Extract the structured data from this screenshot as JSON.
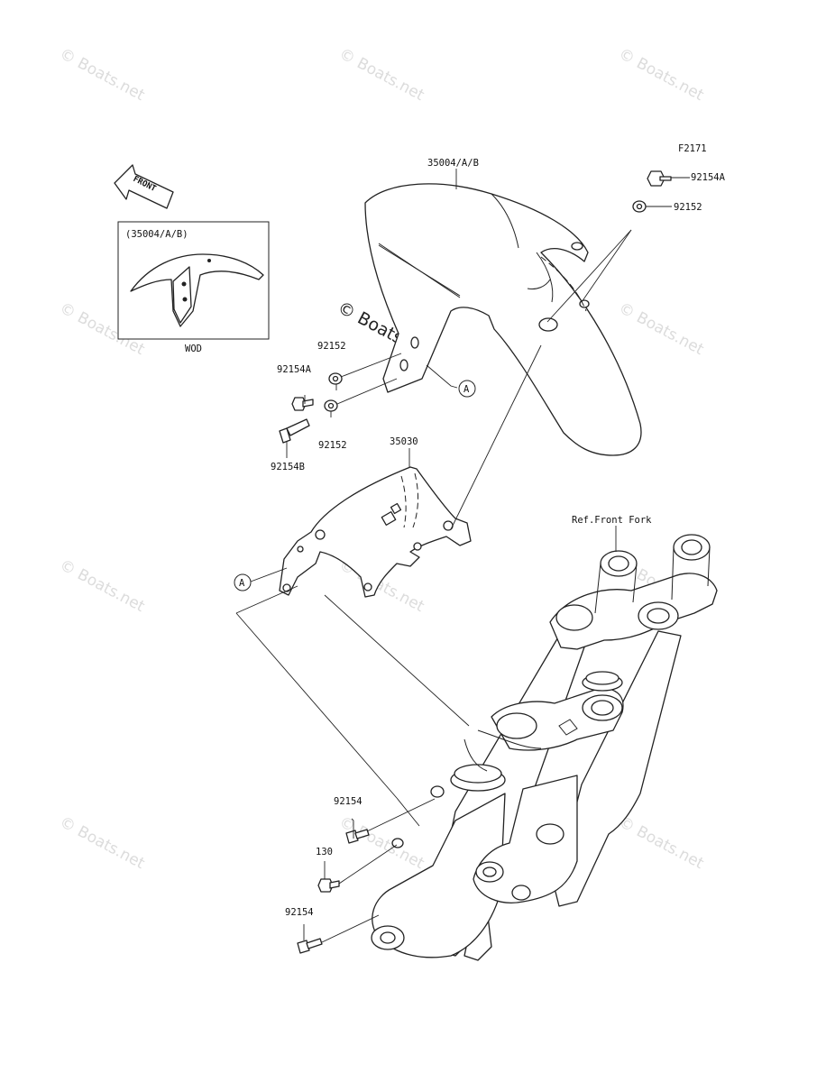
{
  "diagram_code": "F2171",
  "watermark": "© Boats.net",
  "front_arrow_label": "FRONT",
  "inset": {
    "caption": "(35004/A/B)",
    "sublabel": "WOD"
  },
  "labels": {
    "fender": "35004/A/B",
    "bolt_top_right": "92154A",
    "washer_top_right": "92152",
    "washer_left_upper": "92152",
    "bolt_left_upper": "92154A",
    "washer_left_lower": "92152",
    "bolt_left_lower": "92154B",
    "bracket": "35030",
    "fork_ref": "Ref.Front Fork",
    "ref_a_right": "A",
    "ref_a_left": "A",
    "bolt_lower_1": "92154",
    "bolt_lower_2": "130",
    "bolt_lower_3": "92154"
  }
}
